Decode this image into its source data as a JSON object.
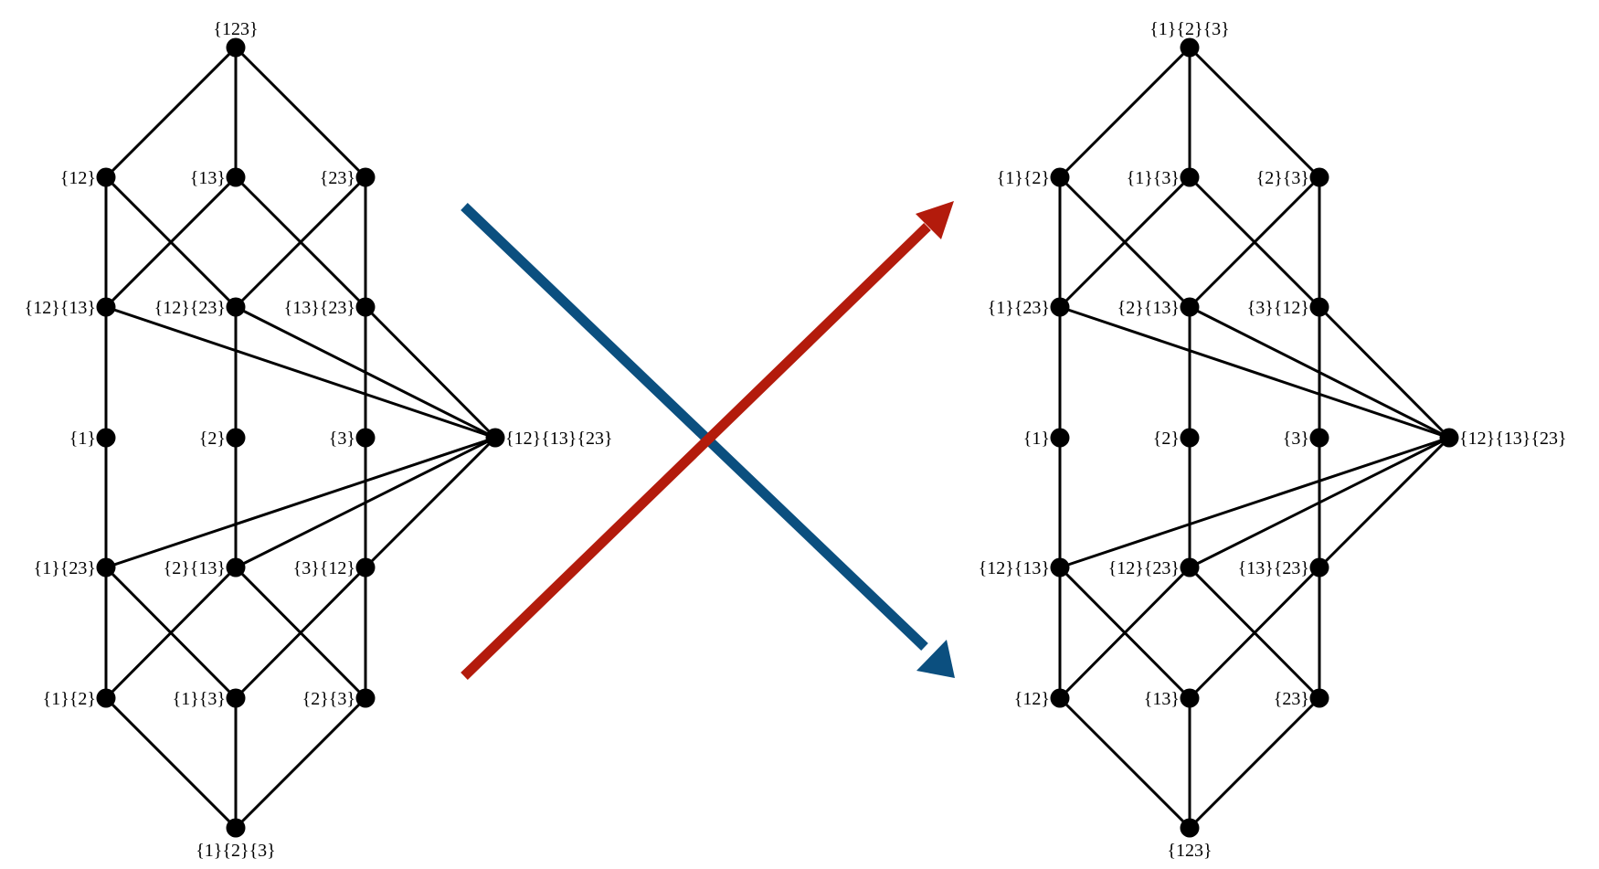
{
  "colors": {
    "edge": "#000000",
    "node": "#000000",
    "blue_arrow": "#0b4f7f",
    "red_arrow": "#b31b0c"
  },
  "left_lattice": {
    "nodes": [
      {
        "id": "L_123",
        "label": "{123}"
      },
      {
        "id": "L_12",
        "label": "{12}"
      },
      {
        "id": "L_13",
        "label": "{13}"
      },
      {
        "id": "L_23",
        "label": "{23}"
      },
      {
        "id": "L_12_13",
        "label": "{12}{13}"
      },
      {
        "id": "L_12_23",
        "label": "{12}{23}"
      },
      {
        "id": "L_13_23",
        "label": "{13}{23}"
      },
      {
        "id": "L_1",
        "label": "{1}"
      },
      {
        "id": "L_2",
        "label": "{2}"
      },
      {
        "id": "L_3",
        "label": "{3}"
      },
      {
        "id": "L_12_13_23",
        "label": "{12}{13}{23}"
      },
      {
        "id": "L_1_23",
        "label": "{1}{23}"
      },
      {
        "id": "L_2_13",
        "label": "{2}{13}"
      },
      {
        "id": "L_3_12",
        "label": "{3}{12}"
      },
      {
        "id": "L_1_2",
        "label": "{1}{2}"
      },
      {
        "id": "L_1_3",
        "label": "{1}{3}"
      },
      {
        "id": "L_2_3",
        "label": "{2}{3}"
      },
      {
        "id": "L_1_2_3",
        "label": "{1}{2}{3}"
      }
    ]
  },
  "right_lattice": {
    "nodes": [
      {
        "id": "R_1_2_3",
        "label": "{1}{2}{3}"
      },
      {
        "id": "R_1_2",
        "label": "{1}{2}"
      },
      {
        "id": "R_1_3",
        "label": "{1}{3}"
      },
      {
        "id": "R_2_3",
        "label": "{2}{3}"
      },
      {
        "id": "R_1_23",
        "label": "{1}{23}"
      },
      {
        "id": "R_2_13",
        "label": "{2}{13}"
      },
      {
        "id": "R_3_12",
        "label": "{3}{12}"
      },
      {
        "id": "R_1",
        "label": "{1}"
      },
      {
        "id": "R_2",
        "label": "{2}"
      },
      {
        "id": "R_3",
        "label": "{3}"
      },
      {
        "id": "R_12_13_23",
        "label": "{12}{13}{23}"
      },
      {
        "id": "R_12_13",
        "label": "{12}{13}"
      },
      {
        "id": "R_12_23",
        "label": "{12}{23}"
      },
      {
        "id": "R_13_23",
        "label": "{13}{23}"
      },
      {
        "id": "R_12",
        "label": "{12}"
      },
      {
        "id": "R_13",
        "label": "{13}"
      },
      {
        "id": "R_23",
        "label": "{23}"
      },
      {
        "id": "R_123",
        "label": "{123}"
      }
    ]
  }
}
